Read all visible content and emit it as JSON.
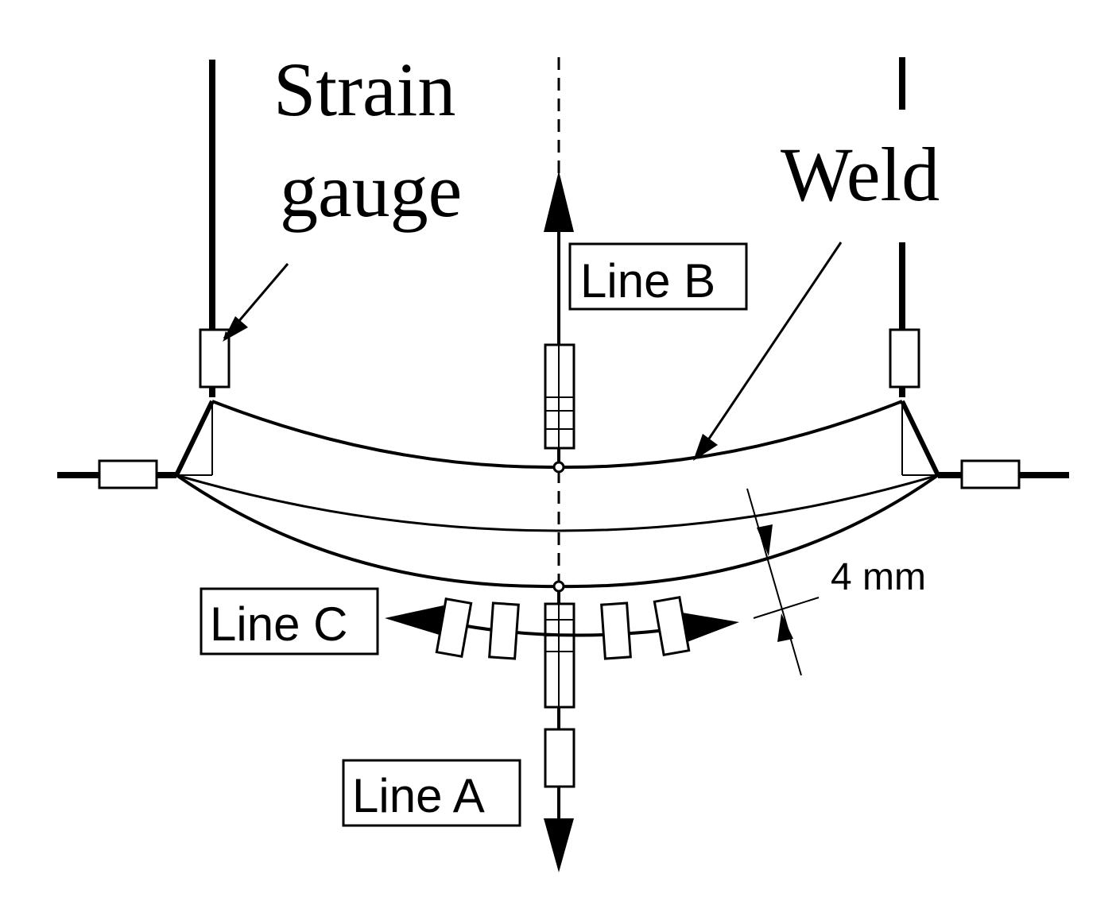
{
  "labels": {
    "strain_line1": "Strain",
    "strain_line2": "gauge",
    "weld": "Weld",
    "line_a": "Line A",
    "line_b": "Line B",
    "line_c": "Line C",
    "dimension": "4 mm"
  },
  "colors": {
    "ink": "#000000",
    "background": "#ffffff"
  }
}
